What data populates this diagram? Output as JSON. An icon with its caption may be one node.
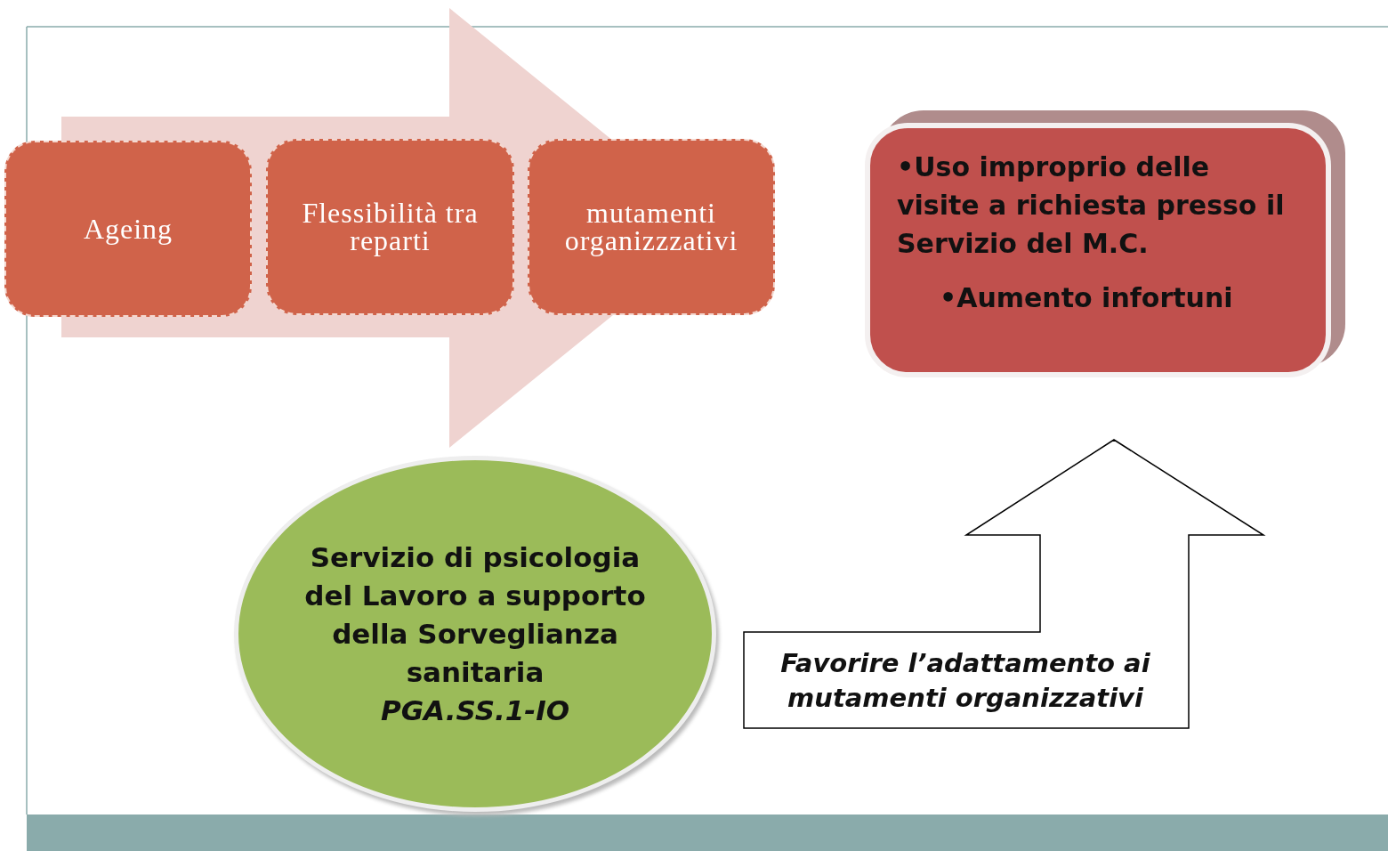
{
  "diagram": {
    "nodes": [
      {
        "text": [
          "Ageing"
        ]
      },
      {
        "text": [
          "Flessibilità tra reparti"
        ]
      },
      {
        "text": [
          "mutamenti organizzzativi"
        ]
      },
      {
        "text": [
          "•Uso improprio delle visite a richiesta presso il Servizio del M.C.",
          "•Aumento infortuni"
        ]
      },
      {
        "text": [
          "Servizio di psicologia del Lavoro a supporto della Sorveglianza sanitaria",
          "PGA.SS.1-IO"
        ]
      },
      {
        "text": [
          "Favorire l’adattamento ai mutamenti organizzativi"
        ]
      }
    ],
    "edges": [
      {
        "from": 0,
        "to": 2,
        "arrow": "to"
      }
    ]
  }
}
